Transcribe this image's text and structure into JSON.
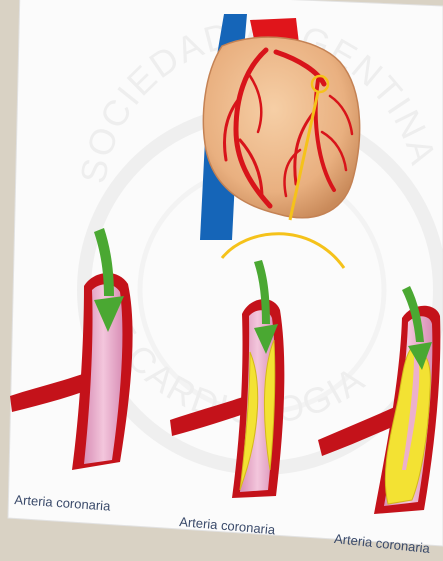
{
  "watermark": {
    "top_text": "SOCIEDAD ARGENTINA",
    "bottom_text": "DE CARDIOLOGIA"
  },
  "artery_labels": [
    "Arteria coronaria",
    "Arteria coronaria",
    "Arteria coronaria"
  ],
  "colors": {
    "photo_background": "#d9d2c4",
    "paper": "#fbfbfb",
    "heart_tissue": "#e9b080",
    "coronary_artery": "#d8141a",
    "aorta": "#e0151b",
    "vena_cava": "#1565b8",
    "pointer_line": "#f5c21a",
    "vessel_wall": "#c4121a",
    "vessel_lumen": "#e9a8c8",
    "plaque": "#f3e233",
    "flow_arrow": "#4aa832",
    "label_text": "#3a4a6a",
    "watermark": "#e8e8e8"
  },
  "icons": {
    "flow_arrow": "arrow-down-icon"
  }
}
